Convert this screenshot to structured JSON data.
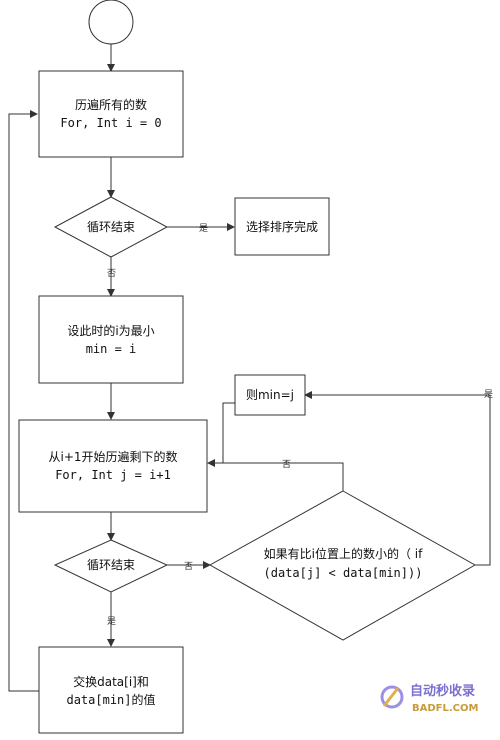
{
  "nodes": {
    "loop_outer": {
      "line1": "历遍所有的数",
      "line2": "For, Int i = 0"
    },
    "cond_outer": {
      "label": "循环结束"
    },
    "done": {
      "label": "选择排序完成"
    },
    "set_min": {
      "line1": "设此时的i为最小",
      "line2": "min = i"
    },
    "set_min_j": {
      "label": "则min=j"
    },
    "loop_inner": {
      "line1": "从i+1开始历遍剩下的数",
      "line2": "For, Int j = i+1"
    },
    "cond_inner": {
      "label": "循环结束"
    },
    "compare": {
      "line1": "如果有比i位置上的数小的（ if",
      "line2": "(data[j] < data[min]))"
    },
    "swap": {
      "line1": "交换data[i]和",
      "line2": "data[min]的值"
    }
  },
  "edge_labels": {
    "outer_yes": "是",
    "outer_no": "否",
    "inner_no": "否",
    "inner_yes": "是",
    "compare_no": "否",
    "compare_yes": "是"
  },
  "watermark": {
    "brand": "自动秒收录",
    "url": "BADFL.COM"
  }
}
